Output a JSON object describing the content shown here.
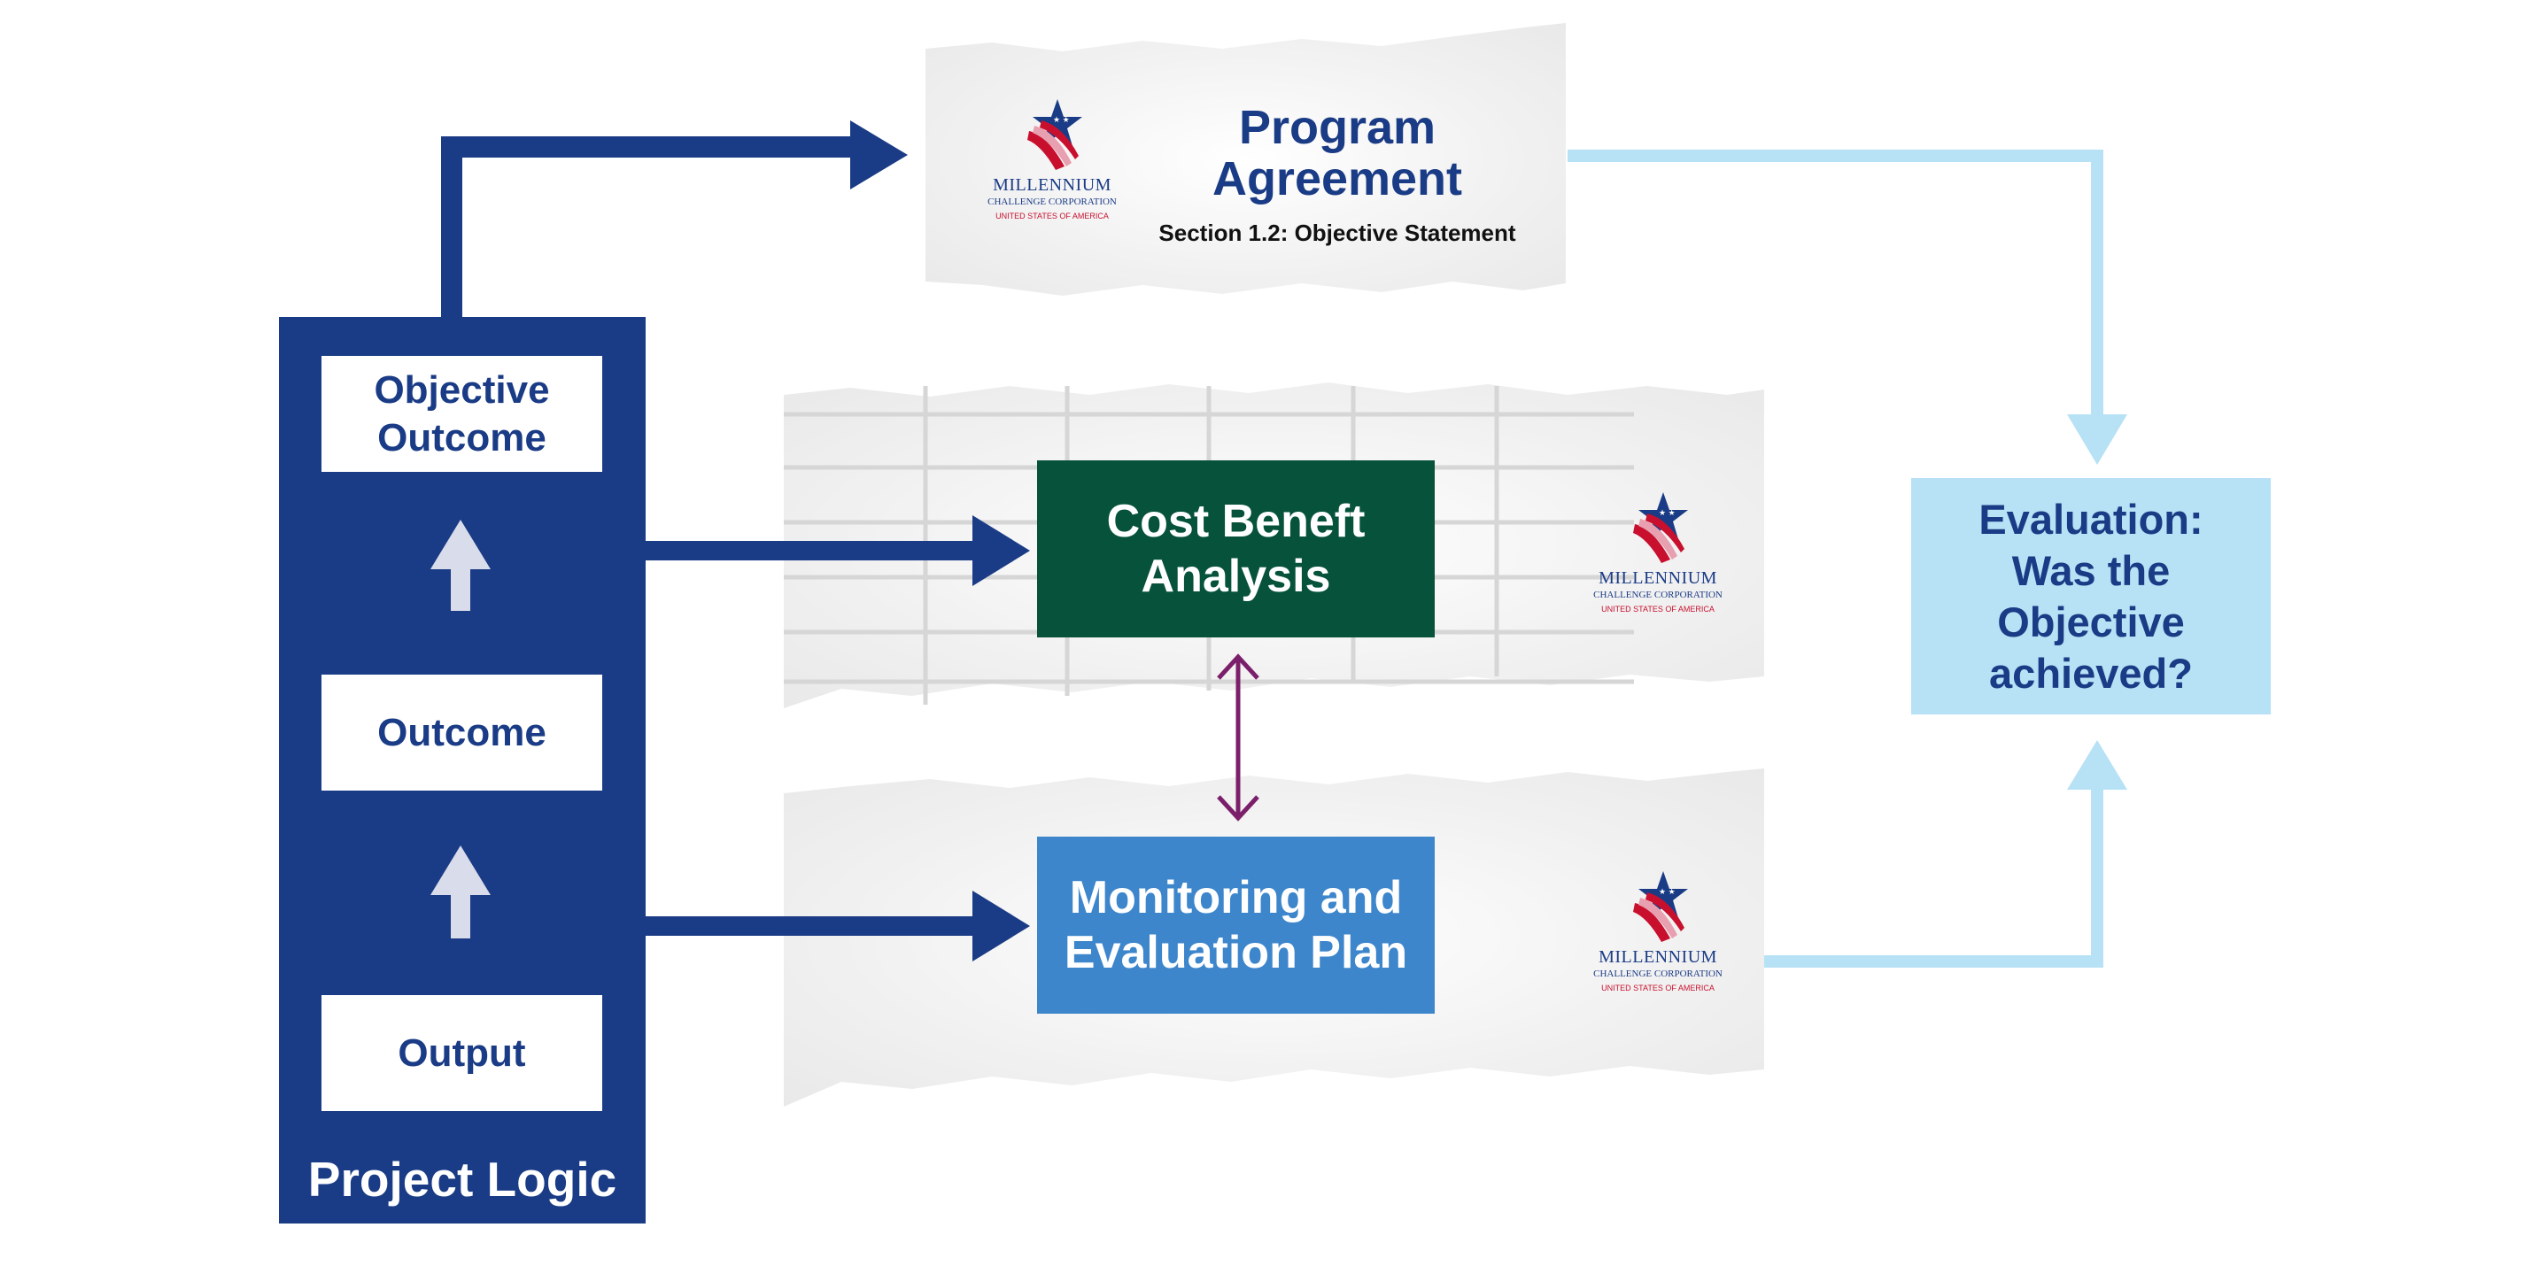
{
  "project_logic": {
    "title": "Project Logic",
    "objective_outcome": "Objective\nOutcome",
    "outcome": "Outcome",
    "output": "Output"
  },
  "program_agreement": {
    "title": "Program\nAgreement",
    "subtitle": "Section 1.2: Objective Statement"
  },
  "cost_benefit": {
    "label": "Cost Beneft\nAnalysis"
  },
  "monitoring": {
    "label": "Monitoring and\nEvaluation Plan"
  },
  "evaluation": {
    "label": "Evaluation:\nWas the\nObjective\nachieved?"
  },
  "logo": {
    "line1": "MILLENNIUM",
    "line2": "CHALLENGE CORPORATION",
    "line3": "UNITED STATES OF AMERICA"
  },
  "colors": {
    "navy": "#1a3b85",
    "dark_green": "#06523a",
    "medium_blue": "#3d86cc",
    "light_blue": "#b7e1f5",
    "purple": "#7b1f6b",
    "paper": "#f1f1f1",
    "logo_red": "#c8102e"
  }
}
